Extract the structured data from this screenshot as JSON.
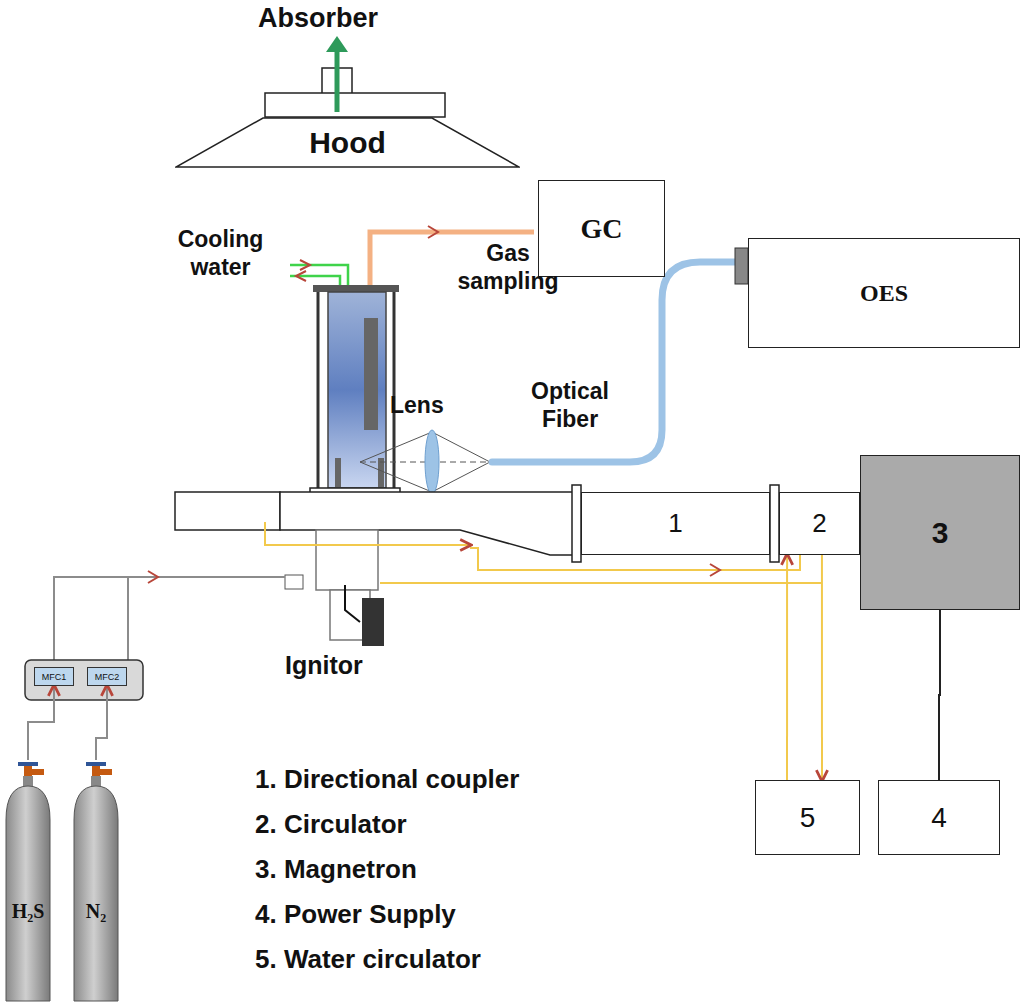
{
  "diagram": {
    "nodes": [
      {
        "text": [
          "Hood"
        ]
      },
      {
        "text": [
          "GC"
        ]
      },
      {
        "text": [
          "OES"
        ]
      },
      {
        "text": [
          "1"
        ]
      },
      {
        "text": [
          "2"
        ]
      },
      {
        "text": [
          "3"
        ]
      },
      {
        "text": [
          "MFC1"
        ]
      },
      {
        "text": [
          "MFC2"
        ]
      },
      {
        "text": [
          "H₂S"
        ]
      },
      {
        "text": [
          "N₂"
        ]
      },
      {
        "text": [
          "5"
        ]
      },
      {
        "text": [
          "4"
        ]
      }
    ],
    "edges": [
      {
        "from": 10,
        "to": 4,
        "arrow": "to"
      },
      {
        "from": 4,
        "to": 10,
        "arrow": "to"
      },
      {
        "from": 11,
        "to": 5,
        "arrow": "none"
      },
      {
        "from": 8,
        "to": 6,
        "arrow": "to"
      },
      {
        "from": 9,
        "to": 7,
        "arrow": "to"
      }
    ],
    "labels": [
      "Absorber",
      "Cooling water",
      "Gas sampling",
      "Lens",
      "Optical Fiber",
      "Ignitor",
      "1. Directional coupler",
      "2. Circulator",
      "3. Magnetron",
      "4. Power Supply",
      "5. Water circulator"
    ]
  }
}
